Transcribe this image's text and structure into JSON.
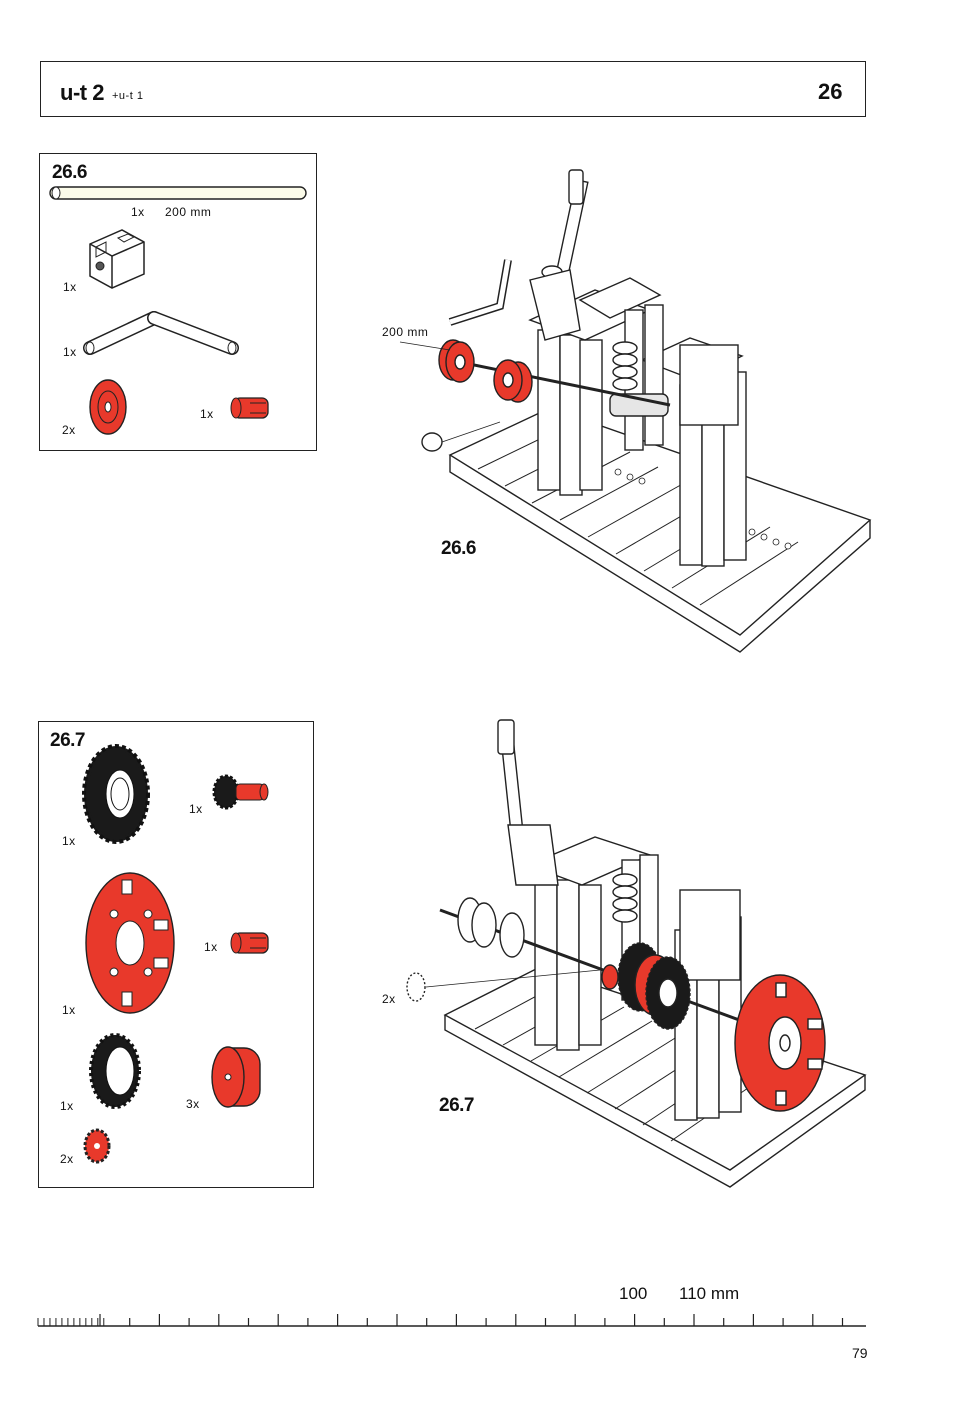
{
  "header": {
    "title": "u-t 2",
    "subtitle": "+u-t 1",
    "page": "26"
  },
  "steps": [
    {
      "id": "26.6",
      "panel_label": "26.6",
      "parts": [
        {
          "qty": "1x",
          "desc": "200 mm"
        },
        {
          "qty": "1x"
        },
        {
          "qty": "1x"
        },
        {
          "qty": "2x"
        },
        {
          "qty": "1x"
        }
      ],
      "diagram_callout": "200 mm",
      "diagram_label": "26.6"
    },
    {
      "id": "26.7",
      "panel_label": "26.7",
      "parts": [
        {
          "qty": "1x"
        },
        {
          "qty": "1x"
        },
        {
          "qty": "1x"
        },
        {
          "qty": "1x"
        },
        {
          "qty": "1x"
        },
        {
          "qty": "3x"
        },
        {
          "qty": "2x"
        }
      ],
      "diagram_callout": "2x",
      "diagram_label": "26.7"
    }
  ],
  "ruler": {
    "label_100": "100",
    "label_110": "110 mm"
  },
  "page_number": "79",
  "colors": {
    "accent": "#e8392b",
    "ink": "#111111"
  }
}
